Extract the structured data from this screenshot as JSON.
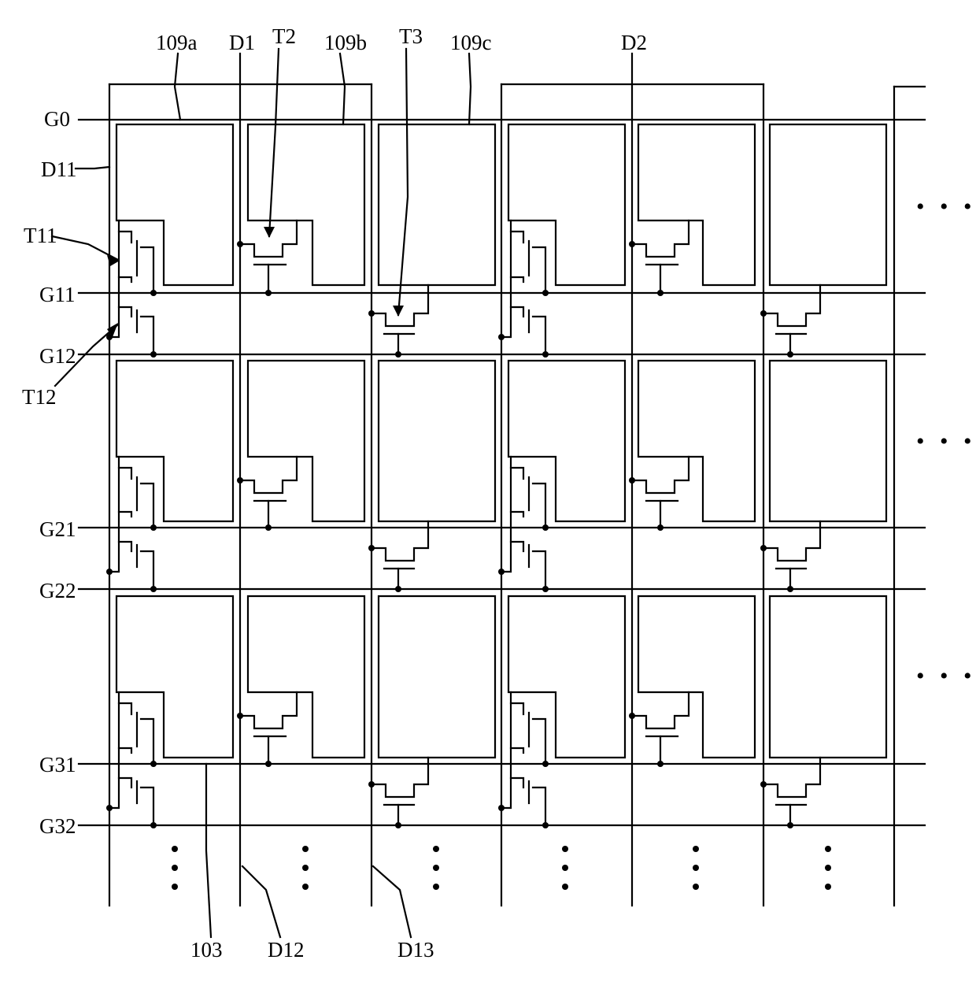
{
  "labels": {
    "pixel_a": "109a",
    "pixel_b": "109b",
    "pixel_c": "109c",
    "data_line_1": "D1",
    "data_line_2": "D2",
    "tft_2": "T2",
    "tft_3": "T3",
    "gate_0": "G0",
    "sub_data_11": "D11",
    "tft_11": "T11",
    "tft_12": "T12",
    "gate_11": "G11",
    "gate_12": "G12",
    "gate_21": "G21",
    "gate_22": "G22",
    "gate_31": "G31",
    "gate_32": "G32",
    "substrate": "103",
    "sub_data_12": "D12",
    "sub_data_13": "D13"
  },
  "continuation": {
    "right": "• • •",
    "down": "⋮"
  },
  "colors": {
    "line": "#000000",
    "background": "#ffffff"
  }
}
